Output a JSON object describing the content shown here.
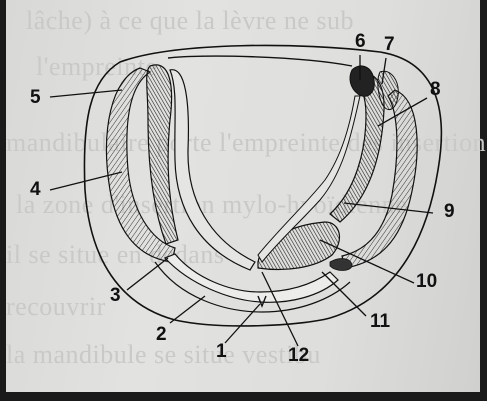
{
  "background_text": [
    "lâche) à ce que la lèvre ne sub",
    "l'empreinte",
    "mandibulaire porte l'empreinte des insertions",
    "la zone d'insertion mylo-hyoïdienne",
    "il se situe en dedans",
    "recouvrir",
    "la mandibule se situe vestibu"
  ],
  "labels": [
    "1",
    "2",
    "3",
    "4",
    "5",
    "6",
    "7",
    "8",
    "9",
    "10",
    "11",
    "12"
  ],
  "colors": {
    "paper": "#dededc",
    "ink": "#111111",
    "shade": "#2a2a2a"
  }
}
